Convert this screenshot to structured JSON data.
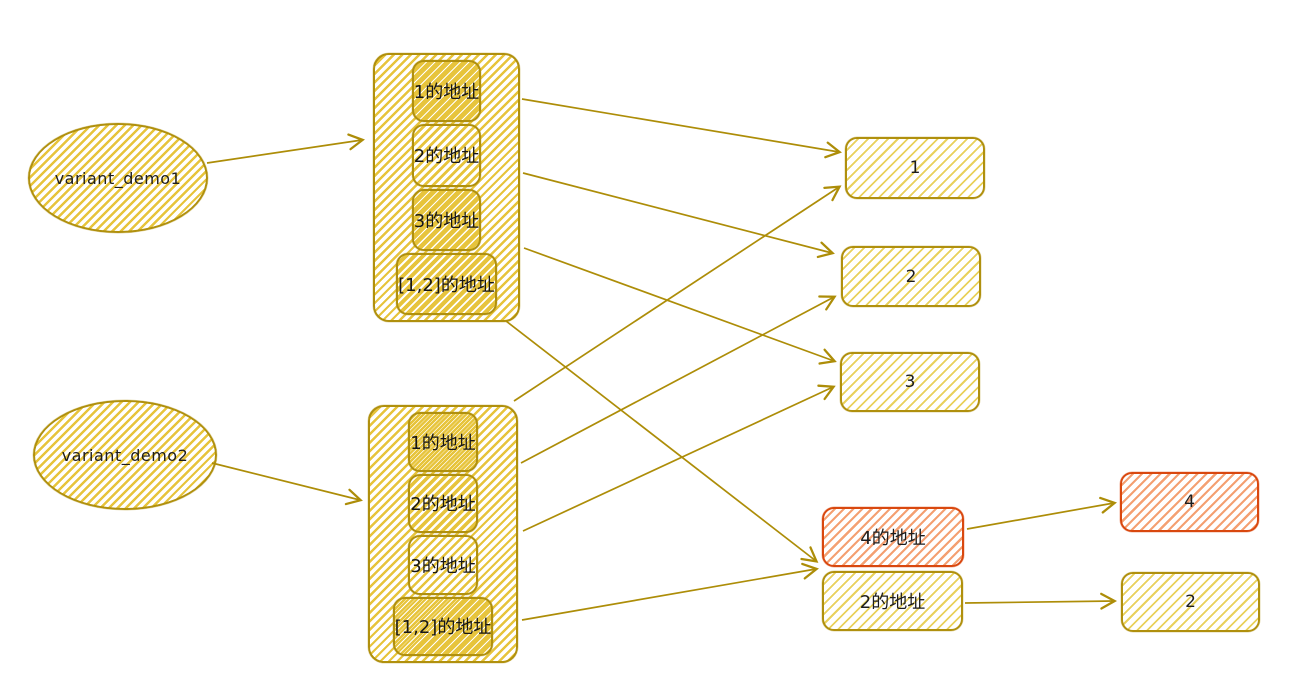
{
  "variants": [
    {
      "id": "variant_demo1",
      "label": "variant_demo1"
    },
    {
      "id": "variant_demo2",
      "label": "variant_demo2"
    }
  ],
  "stacks": [
    {
      "id": "stack1",
      "rows": [
        {
          "label": "1的地址"
        },
        {
          "label": "2的地址"
        },
        {
          "label": "3的地址"
        },
        {
          "label": "[1,2]的地址"
        }
      ]
    },
    {
      "id": "stack2",
      "rows": [
        {
          "label": "1的地址"
        },
        {
          "label": "2的地址"
        },
        {
          "label": "3的地址"
        },
        {
          "label": "[1,2]的地址"
        }
      ]
    }
  ],
  "list_cells": [
    {
      "id": "cell-4addr",
      "label": "4的地址",
      "style": "red"
    },
    {
      "id": "cell-2addr",
      "label": "2的地址",
      "style": "yellow"
    }
  ],
  "value_boxes": [
    {
      "id": "value-1",
      "label": "1",
      "style": "yellow"
    },
    {
      "id": "value-2",
      "label": "2",
      "style": "yellow"
    },
    {
      "id": "value-3",
      "label": "3",
      "style": "yellow"
    },
    {
      "id": "value-4",
      "label": "4",
      "style": "red"
    },
    {
      "id": "value-2b",
      "label": "2",
      "style": "yellow"
    }
  ],
  "edges": [
    {
      "from": "variant_demo1",
      "to": "stack1"
    },
    {
      "from": "variant_demo2",
      "to": "stack2"
    },
    {
      "from": "stack1.1的地址",
      "to": "value-1"
    },
    {
      "from": "stack1.2的地址",
      "to": "value-2"
    },
    {
      "from": "stack1.3的地址",
      "to": "value-3"
    },
    {
      "from": "stack1.[1,2]的地址",
      "to": "list"
    },
    {
      "from": "stack2.1的地址",
      "to": "value-1"
    },
    {
      "from": "stack2.2的地址",
      "to": "value-2"
    },
    {
      "from": "stack2.3的地址",
      "to": "value-3"
    },
    {
      "from": "stack2.[1,2]的地址",
      "to": "list"
    },
    {
      "from": "cell-4addr",
      "to": "value-4"
    },
    {
      "from": "cell-2addr",
      "to": "value-2b"
    }
  ],
  "colors": {
    "gold_stroke": "#b0900e",
    "gold_hatch": "#e7c43c",
    "red_stroke": "#d9480f",
    "red_hatch": "#f4a072",
    "text": "#1d1d1d"
  }
}
